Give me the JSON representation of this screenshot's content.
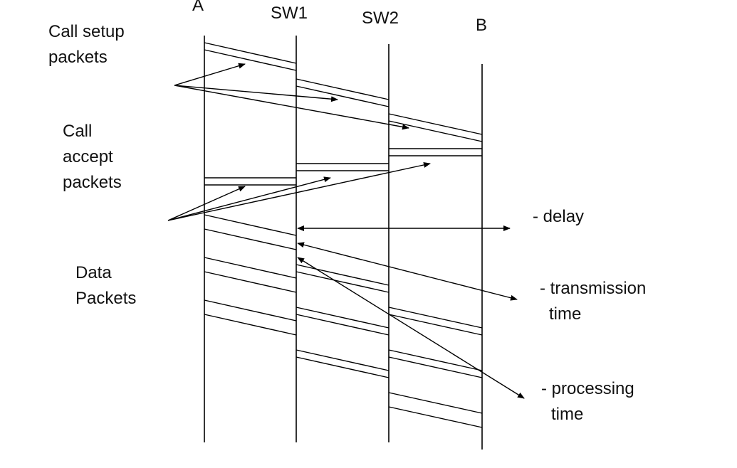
{
  "nodes": {
    "a": "A",
    "sw1": "SW1",
    "sw2": "SW2",
    "b": "B"
  },
  "groups": {
    "call_setup": [
      "Call setup",
      "packets"
    ],
    "call_accept": [
      "Call",
      "accept",
      "packets"
    ],
    "data": [
      "Data",
      "Packets"
    ]
  },
  "legend": {
    "delay": "- delay",
    "transmission": [
      "- transmission",
      "time"
    ],
    "processing": [
      "- processing",
      "time"
    ]
  },
  "colors": {
    "line": "#000000",
    "text": "#111111",
    "background": "#ffffff"
  }
}
